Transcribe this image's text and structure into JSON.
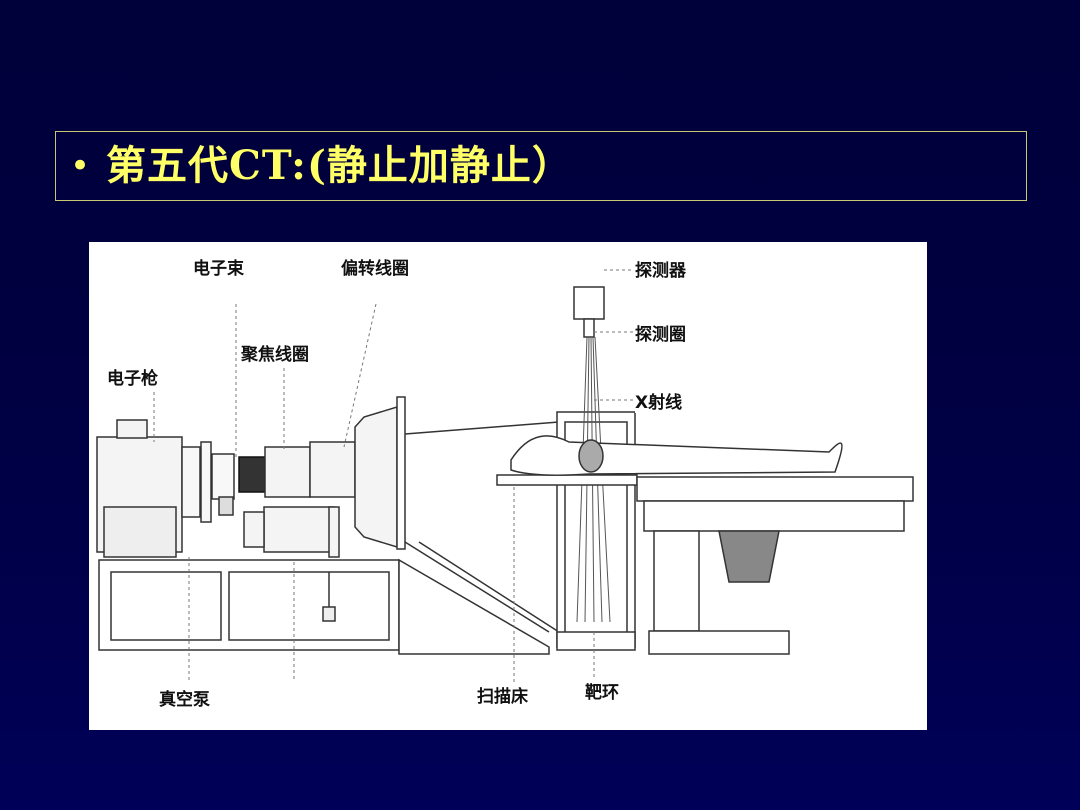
{
  "slide": {
    "bullet": "•",
    "title": "第五代CT:(静止加静止）"
  },
  "diagram": {
    "labels": {
      "electron_beam": "电子束",
      "deflection_coil": "偏转线圈",
      "detector": "探测器",
      "detector_ring": "探测圈",
      "focus_coil": "聚焦线圈",
      "electron_gun": "电子枪",
      "xray": "X射线",
      "vacuum_pump": "真空泵",
      "scan_bed": "扫描床",
      "target_ring": "靶环"
    }
  }
}
